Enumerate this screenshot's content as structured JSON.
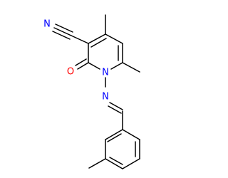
{
  "diagram": {
    "type": "chemical-structure",
    "colors": {
      "bond": "#000000",
      "nitrogen": "#0000ff",
      "oxygen": "#ff0000",
      "background": "#ffffff"
    },
    "atoms": [
      {
        "id": "n_nitrile",
        "label": "N",
        "element": "N"
      },
      {
        "id": "o_carbonyl",
        "label": "O",
        "element": "O"
      },
      {
        "id": "n_ring",
        "label": "N",
        "element": "N"
      },
      {
        "id": "n_imine",
        "label": "N",
        "element": "N"
      }
    ]
  }
}
